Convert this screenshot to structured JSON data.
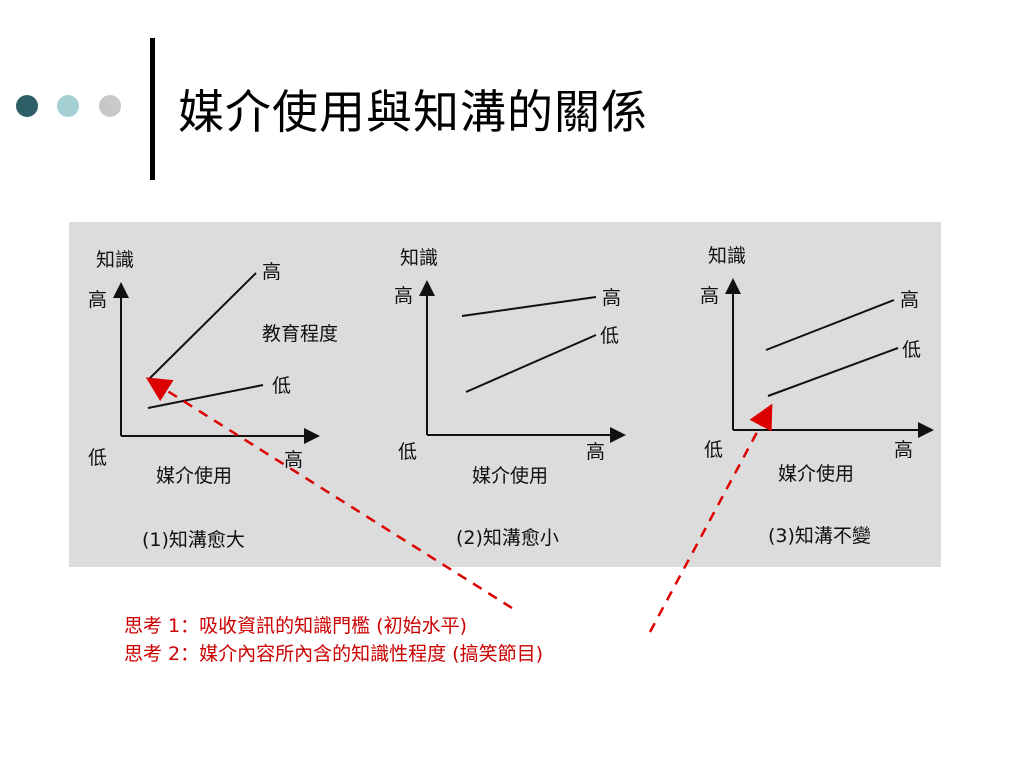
{
  "slide": {
    "title": "媒介使用與知溝的關係",
    "accent_colors": {
      "dot1": "#2f5f66",
      "dot2": "#a4cfd3",
      "dot3": "#c8c8c8"
    }
  },
  "panels": [
    {
      "y_axis_label": "知識",
      "y_high": "高",
      "y_low": "低",
      "x_axis_label": "媒介使用",
      "x_high": "高",
      "line_high_label": "高",
      "line_low_label": "低",
      "group_label": "教育程度",
      "caption": "(1)知溝愈大"
    },
    {
      "y_axis_label": "知識",
      "y_high": "高",
      "y_low": "低",
      "x_axis_label": "媒介使用",
      "x_high": "高",
      "line_high_label": "高",
      "line_low_label": "低",
      "caption": "(2)知溝愈小"
    },
    {
      "y_axis_label": "知識",
      "y_high": "高",
      "y_low": "低",
      "x_axis_label": "媒介使用",
      "x_high": "高",
      "line_high_label": "高",
      "line_low_label": "低",
      "caption": "(3)知溝不變"
    }
  ],
  "notes": {
    "line1": "思考 1：吸收資訊的知識門檻 (初始水平)",
    "line2": "思考 2：媒介內容所內含的知識性程度 (搞笑節目)"
  },
  "arrow_color": "#dd0000"
}
